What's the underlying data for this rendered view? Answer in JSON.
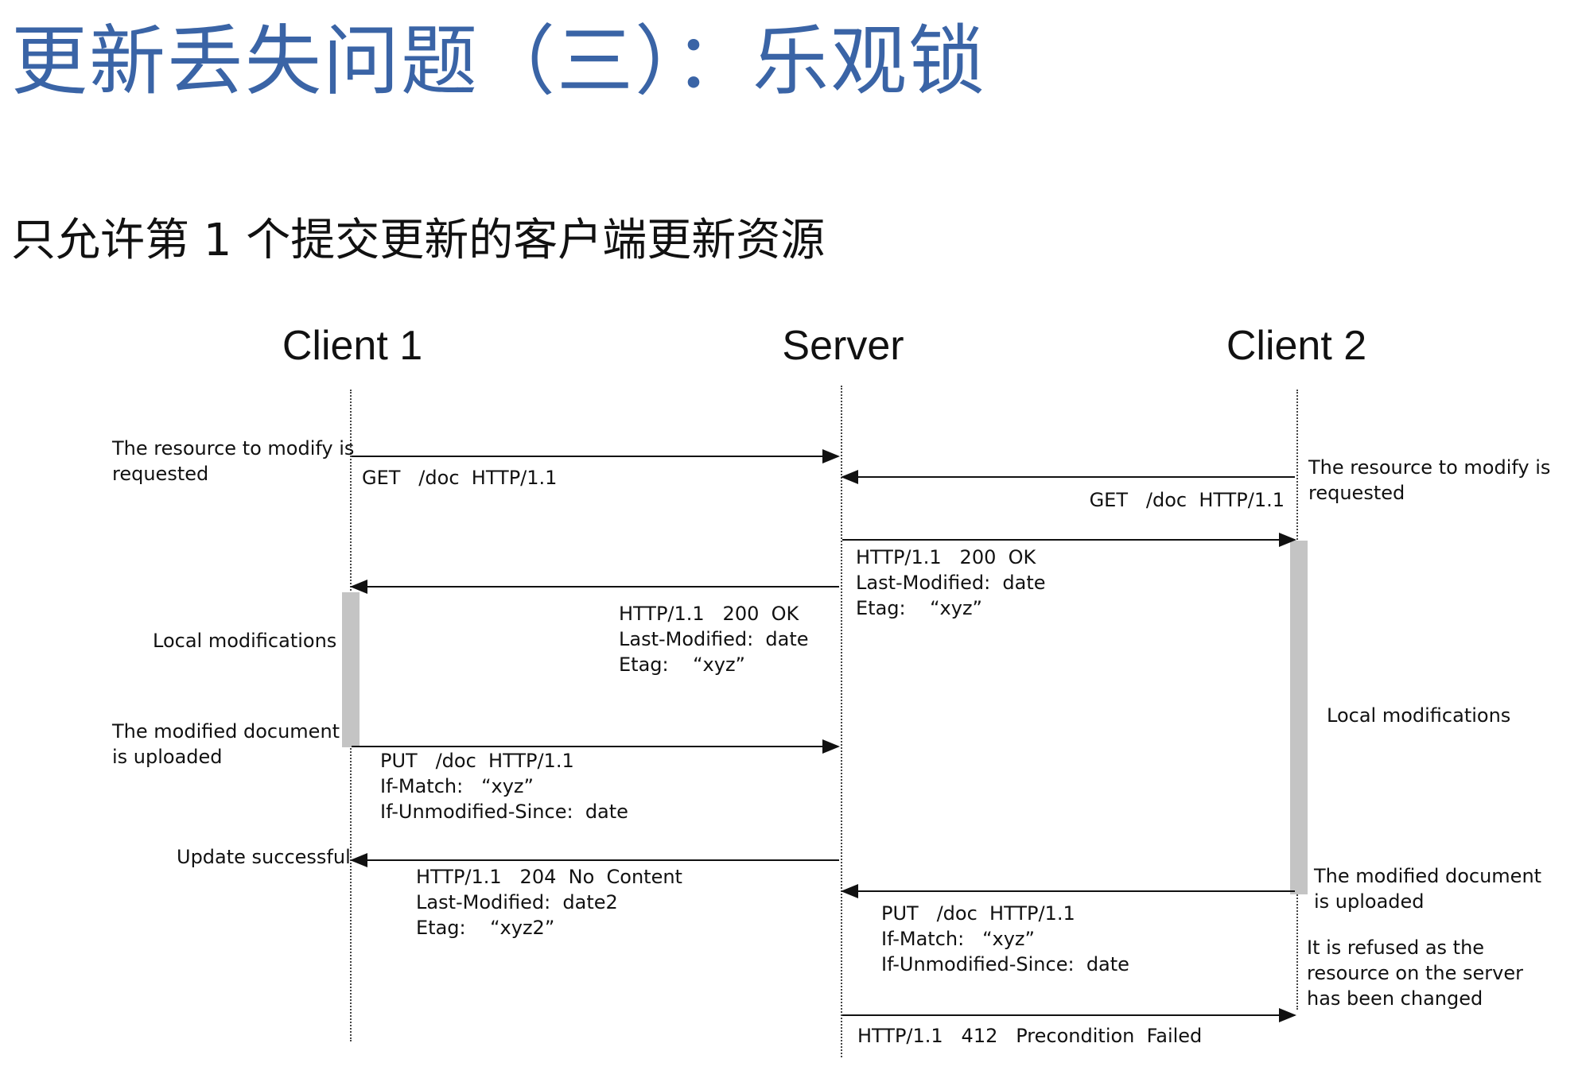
{
  "title": "更新丢失问题（三）：乐观锁",
  "subtitle": "只允许第 1 个提交更新的客户端更新资源",
  "actors": {
    "client1": "Client 1",
    "server": "Server",
    "client2": "Client 2"
  },
  "notes": {
    "c1_request": "The resource to modify is\nrequested",
    "c2_request": "The resource to modify is\nrequested",
    "c1_local": "Local modifications",
    "c2_local": "Local modifications",
    "c1_upload": "The modified document\nis uploaded",
    "c2_upload": "The modified document\nis uploaded",
    "c1_success": "Update successful",
    "c2_refused": "It is refused as the\nresource on the server\nhas been changed"
  },
  "messages": {
    "m1": "GET   /doc  HTTP/1.1",
    "m2": "GET   /doc  HTTP/1.1",
    "m3": "HTTP/1.1   200  OK\nLast-Modified:  date\nEtag:    “xyz”",
    "m4": "HTTP/1.1   200  OK\nLast-Modified:  date\nEtag:    “xyz”",
    "m5": "PUT   /doc  HTTP/1.1\nIf-Match:   “xyz”\nIf-Unmodified-Since:  date",
    "m6": "HTTP/1.1   204  No  Content\nLast-Modified:  date2\nEtag:    “xyz2”",
    "m7": "PUT   /doc  HTTP/1.1\nIf-Match:   “xyz”\nIf-Unmodified-Since:  date",
    "m8": "HTTP/1.1   412   Precondition  Failed"
  },
  "colors": {
    "title": "#3a64a6",
    "activation_bar": "#c4c4c4"
  }
}
